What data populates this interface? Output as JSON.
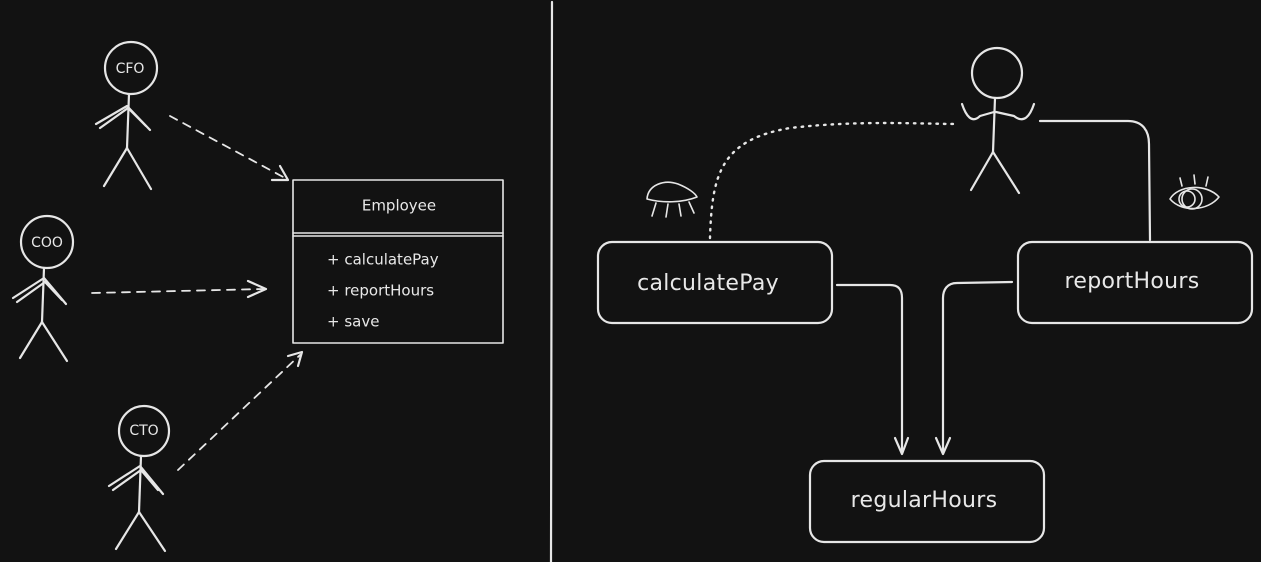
{
  "actors": {
    "cfo": "CFO",
    "coo": "COO",
    "cto": "CTO"
  },
  "employee_class": {
    "title": "Employee",
    "methods": [
      "+ calculatePay",
      "+ reportHours",
      "+ save"
    ]
  },
  "nodes": {
    "calculate_pay": "calculatePay",
    "report_hours": "reportHours",
    "regular_hours": "regularHours"
  },
  "icons": {
    "watcher_left": "eye-icon",
    "watcher_right": "eye-icon"
  },
  "colors": {
    "background": "#121212",
    "stroke": "#e6e6e6"
  }
}
